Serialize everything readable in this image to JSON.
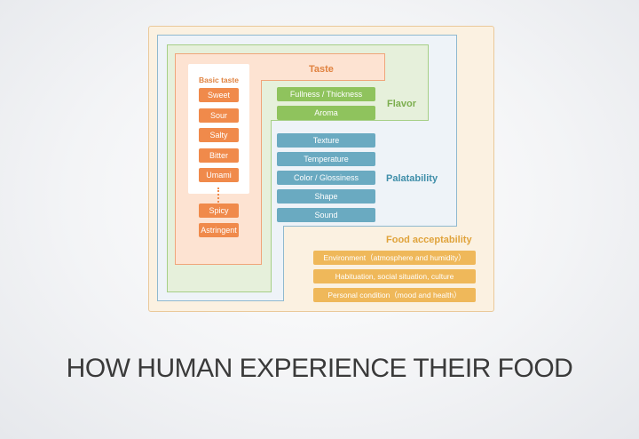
{
  "diagram": {
    "taste": {
      "title": "Taste",
      "basic_taste_label": "Basic taste",
      "basic_items": [
        "Sweet",
        "Sour",
        "Salty",
        "Bitter",
        "Umami"
      ],
      "extra_items": [
        "Spicy",
        "Astringent"
      ]
    },
    "flavor": {
      "title": "Flavor",
      "items": [
        "Fullness / Thickness",
        "Aroma"
      ]
    },
    "palatability": {
      "title": "Palatability",
      "items": [
        "Texture",
        "Temperature",
        "Color / Glossiness",
        "Shape",
        "Sound"
      ]
    },
    "food_acceptability": {
      "title": "Food acceptability",
      "items": [
        "Environment（atmosphere and humidity）",
        "Habituation, social situation, culture",
        "Personal condition（mood and health）"
      ]
    }
  },
  "slide": {
    "title": "HOW HUMAN EXPERIENCE THEIR FOOD"
  },
  "colors": {
    "taste": "#f08a4b",
    "flavor": "#8fc35d",
    "palatability": "#6aaac1",
    "food_acceptability": "#efb85a",
    "title": "#3a3a3a"
  }
}
